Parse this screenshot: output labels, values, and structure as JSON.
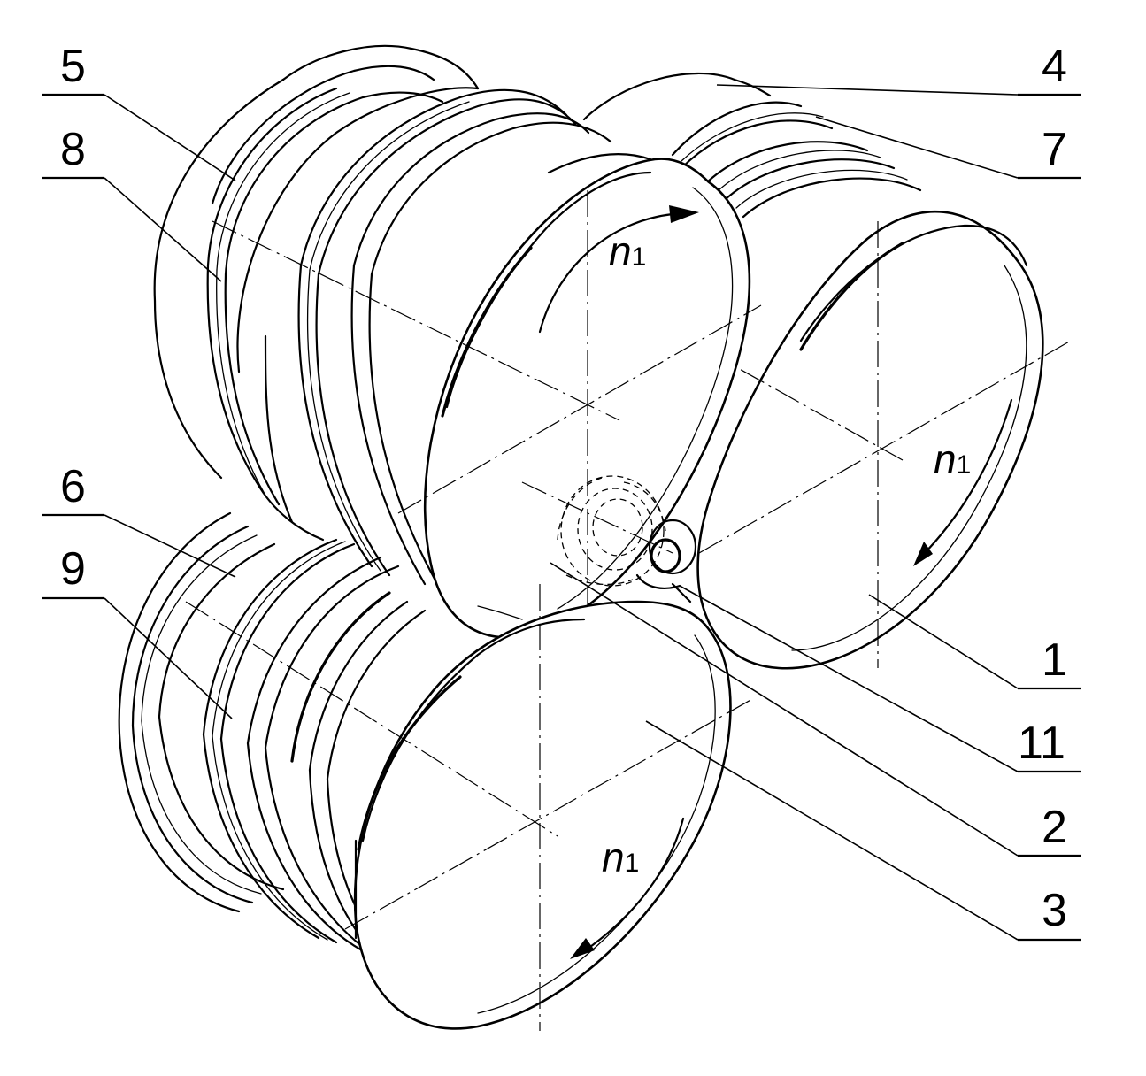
{
  "labels": {
    "l5": "5",
    "l8": "8",
    "l6": "6",
    "l9": "9",
    "l4": "4",
    "l7": "7",
    "l1": "1",
    "l11": "11",
    "l2": "2",
    "l3": "3"
  },
  "rotation": {
    "symbol": "n",
    "subscript": "1"
  }
}
